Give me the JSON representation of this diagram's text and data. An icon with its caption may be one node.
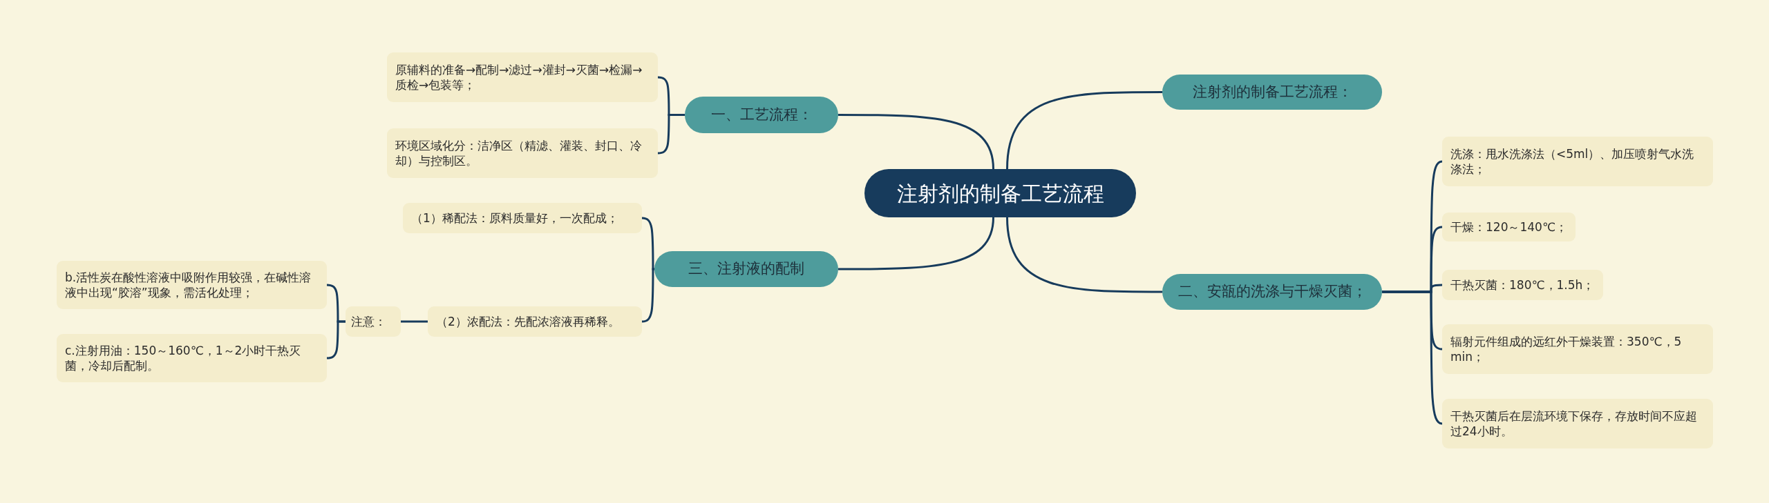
{
  "diagram": {
    "nodes": [
      {
        "text": [
          "注射剂的制备工艺流程"
        ]
      },
      {
        "text": [
          "一、工艺流程："
        ]
      },
      {
        "text": [
          "原辅料的准备→配制→滤过→灌封→灭菌→检漏→质检→包装等；"
        ]
      },
      {
        "text": [
          "环境区域化分：洁净区（精滤、灌装、封口、冷却）与控制区。"
        ]
      },
      {
        "text": [
          "三、注射液的配制"
        ]
      },
      {
        "text": [
          "（1）稀配法：原料质量好，一次配成；"
        ]
      },
      {
        "text": [
          "（2）浓配法：先配浓溶液再稀释。"
        ]
      },
      {
        "text": [
          "注意："
        ]
      },
      {
        "text": [
          "b.活性炭在酸性溶液中吸附作用较强，在碱性溶液中出现“胶溶”现象，需活化处理；"
        ]
      },
      {
        "text": [
          "c.注射用油：150～160℃，1～2小时干热灭菌，冷却后配制。"
        ]
      },
      {
        "text": [
          "注射剂的制备工艺流程："
        ]
      },
      {
        "text": [
          "二、安瓿的洗涤与干燥灭菌；"
        ]
      },
      {
        "text": [
          "洗涤：甩水洗涤法（<5ml）、加压喷射气水洗涤法；"
        ]
      },
      {
        "text": [
          "干燥：120～140℃；"
        ]
      },
      {
        "text": [
          "干热灭菌：180℃，1.5h；"
        ]
      },
      {
        "text": [
          "辐射元件组成的远红外干燥装置：350℃，5 min；"
        ]
      },
      {
        "text": [
          "干热灭菌后在层流环境下保存，存放时间不应超过24小时。"
        ]
      }
    ],
    "edges": [
      {
        "from": 0,
        "to": 1,
        "arrow": "none"
      },
      {
        "from": 1,
        "to": 2,
        "arrow": "none"
      },
      {
        "from": 1,
        "to": 3,
        "arrow": "none"
      },
      {
        "from": 0,
        "to": 4,
        "arrow": "none"
      },
      {
        "from": 4,
        "to": 5,
        "arrow": "none"
      },
      {
        "from": 4,
        "to": 6,
        "arrow": "none"
      },
      {
        "from": 6,
        "to": 7,
        "arrow": "none"
      },
      {
        "from": 7,
        "to": 8,
        "arrow": "none"
      },
      {
        "from": 7,
        "to": 9,
        "arrow": "none"
      },
      {
        "from": 0,
        "to": 10,
        "arrow": "none"
      },
      {
        "from": 0,
        "to": 11,
        "arrow": "none"
      },
      {
        "from": 11,
        "to": 12,
        "arrow": "none"
      },
      {
        "from": 11,
        "to": 13,
        "arrow": "none"
      },
      {
        "from": 11,
        "to": 14,
        "arrow": "none"
      },
      {
        "from": 11,
        "to": 15,
        "arrow": "none"
      },
      {
        "from": 11,
        "to": 16,
        "arrow": "none"
      }
    ]
  }
}
